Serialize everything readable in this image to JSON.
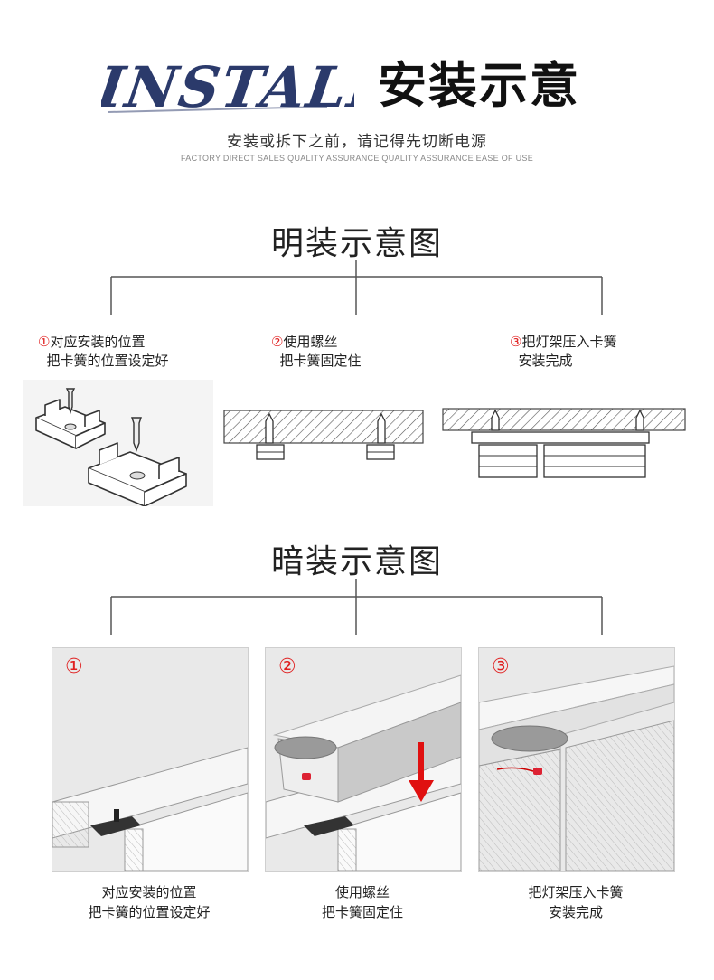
{
  "header": {
    "title_en": "INSTALL",
    "title_cn": "安装示意",
    "subtitle_cn": "安装或拆下之前，请记得先切断电源",
    "subtitle_en": "FACTORY DIRECT SALES QUALITY ASSURANCE QUALITY ASSURANCE EASE OF USE"
  },
  "surface_mount": {
    "title": "明装示意图",
    "steps": [
      {
        "num": "①",
        "line1": "对应安装的位置",
        "line2": "把卡簧的位置设定好"
      },
      {
        "num": "②",
        "line1": "使用螺丝",
        "line2": "把卡簧固定住"
      },
      {
        "num": "③",
        "line1": "把灯架压入卡簧",
        "line2": "安装完成"
      }
    ]
  },
  "recessed_mount": {
    "title": "暗装示意图",
    "steps": [
      {
        "num": "①",
        "line1": "对应安装的位置",
        "line2": "把卡簧的位置设定好"
      },
      {
        "num": "②",
        "line1": "使用螺丝",
        "line2": "把卡簧固定住"
      },
      {
        "num": "③",
        "line1": "把灯架压入卡簧",
        "line2": "安装完成"
      }
    ]
  },
  "colors": {
    "accent_blue": "#2b3a6b",
    "step_red": "#e02020",
    "line_gray": "#555555"
  }
}
